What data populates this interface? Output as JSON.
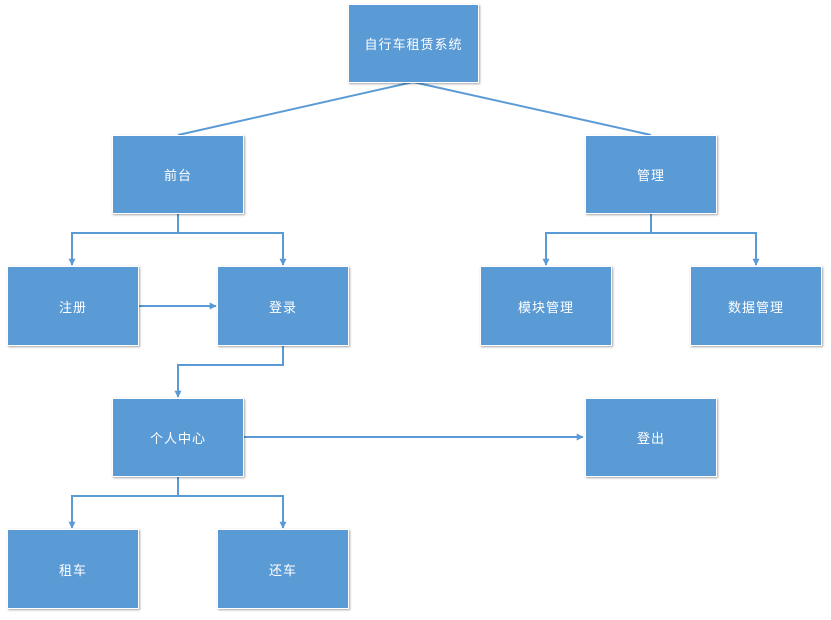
{
  "nodes": {
    "root": "自行车租赁系统",
    "frontend": "前台",
    "admin": "管理",
    "register": "注册",
    "login": "登录",
    "module_manage": "模块管理",
    "data_manage": "数据管理",
    "personal_center": "个人中心",
    "logout": "登出",
    "rent": "租车",
    "return": "还车"
  },
  "colors": {
    "node_fill": "#5b9bd5",
    "connector": "#5b9bd5",
    "text": "#ffffff"
  }
}
